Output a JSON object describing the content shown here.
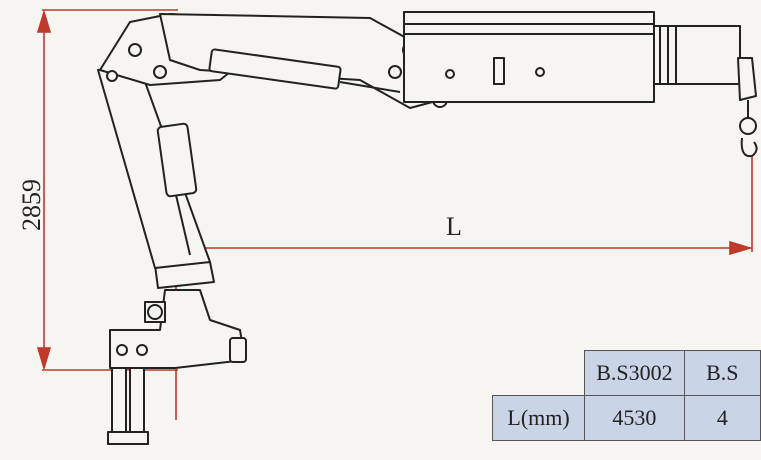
{
  "dimensions": {
    "height_value": "2859",
    "length_symbol": "L"
  },
  "spec_table": {
    "column_headers": [
      "B.S3002",
      "B.S"
    ],
    "row_label": "L(mm)",
    "row_values": [
      "4530",
      "4"
    ]
  },
  "colors": {
    "dimension_line": "#c0392b",
    "line_art": "#222222",
    "table_fill": "#c9d4e6"
  }
}
